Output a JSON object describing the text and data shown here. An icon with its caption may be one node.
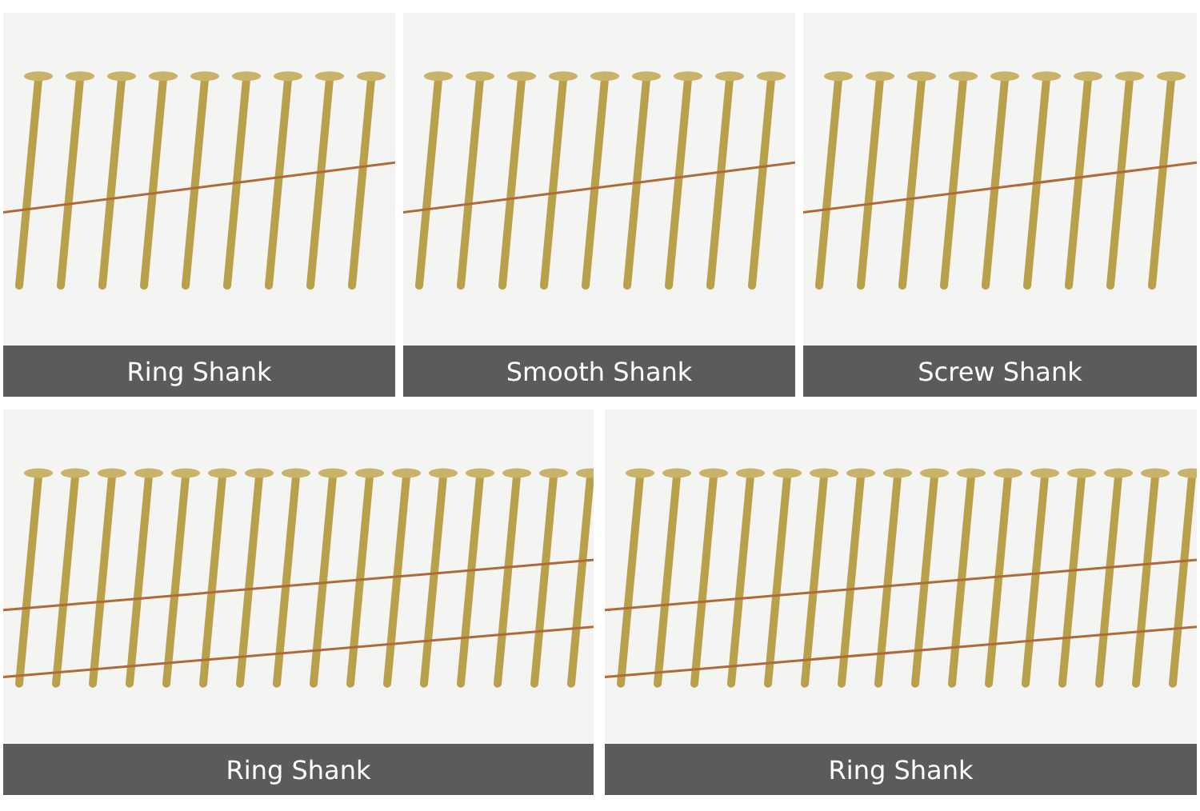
{
  "diagram": {
    "nodes": [
      {
        "text": [
          "Ring Shank"
        ]
      },
      {
        "text": [
          "Smooth Shank"
        ]
      },
      {
        "text": [
          "Screw Shank"
        ]
      },
      {
        "text": [
          "Ring Shank"
        ]
      },
      {
        "text": [
          "Ring Shank"
        ]
      }
    ]
  }
}
